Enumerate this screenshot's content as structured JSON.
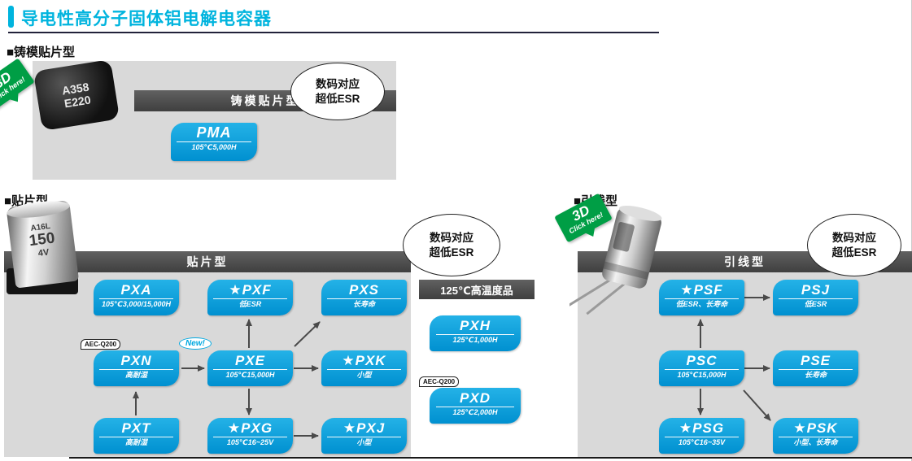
{
  "title": "导电性高分子固体铝电解电容器",
  "badges": {
    "esr": {
      "line1": "数码对应",
      "line2": "超低ESR"
    },
    "click3d": {
      "line1": "3D",
      "line2": "Click here!"
    },
    "aec": "AEC-Q200",
    "new": "New!"
  },
  "molded": {
    "heading": "■铸模贴片型",
    "bar": "铸模贴片型",
    "product": {
      "name": "PMA",
      "spec": "105℃5,000H"
    },
    "cap": {
      "line1": "A358",
      "line2": "E220"
    }
  },
  "chip": {
    "heading": "■贴片型",
    "bar": "贴片型",
    "products": [
      {
        "name": "PXA",
        "spec": "105℃3,000/15,000H"
      },
      {
        "name": "★PXF",
        "spec": "低ESR"
      },
      {
        "name": "PXS",
        "spec": "长寿命"
      },
      {
        "name": "PXN",
        "spec": "高耐湿"
      },
      {
        "name": "PXE",
        "spec": "105℃15,000H"
      },
      {
        "name": "★PXK",
        "spec": "小型"
      },
      {
        "name": "PXT",
        "spec": "高耐湿"
      },
      {
        "name": "★PXG",
        "spec": "105℃16~25V"
      },
      {
        "name": "★PXJ",
        "spec": "小型"
      }
    ],
    "ht": {
      "bar": "125℃高温度品",
      "products": [
        {
          "name": "PXH",
          "spec": "125℃1,000H"
        },
        {
          "name": "PXD",
          "spec": "125℃2,000H"
        }
      ]
    },
    "cap": {
      "line1": "A16L",
      "line2": "150",
      "line3": "4V"
    }
  },
  "lead": {
    "heading": "■引线型",
    "bar": "引线型",
    "products": [
      {
        "name": "★PSF",
        "spec": "低ESR、长寿命"
      },
      {
        "name": "PSJ",
        "spec": "低ESR"
      },
      {
        "name": "PSC",
        "spec": "105℃15,000H"
      },
      {
        "name": "PSE",
        "spec": "长寿命"
      },
      {
        "name": "★PSG",
        "spec": "105℃16~35V"
      },
      {
        "name": "★PSK",
        "spec": "小型、长寿命"
      }
    ]
  },
  "colors": {
    "accent_cyan": "#00b4de",
    "box_blue": "#00a0dc",
    "bar_gray": "#4b4b4b",
    "panel_gray": "#d9d9d9",
    "green_3d": "#009e45"
  }
}
